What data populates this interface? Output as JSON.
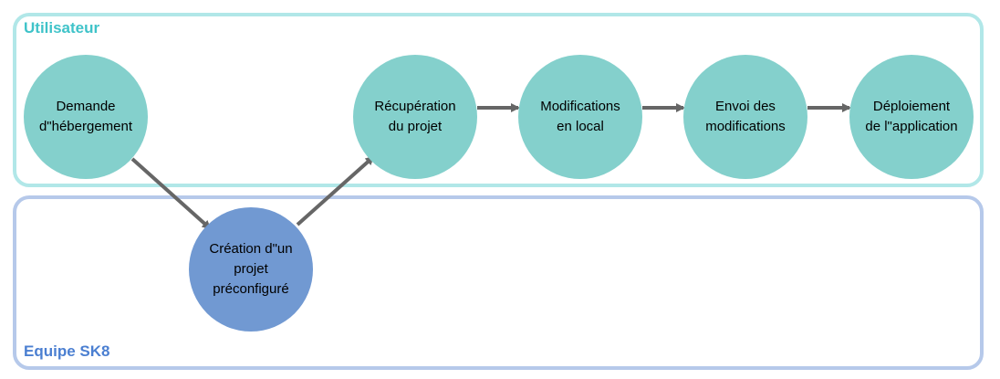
{
  "lanes": {
    "user": {
      "label": "Utilisateur",
      "border_color": "#b1e7e8",
      "label_color": "#3fc3c9"
    },
    "team": {
      "label": "Equipe SK8",
      "border_color": "#b6c9ea",
      "label_color": "#4b7fd1"
    }
  },
  "colors": {
    "user_node": "#84d0cc",
    "team_node": "#7199d2",
    "arrow": "#666666"
  },
  "nodes": {
    "demande": {
      "label": "Demande\nd\"hébergement",
      "lane": "user"
    },
    "creation": {
      "label": "Création d\"un\nprojet\npréconfiguré",
      "lane": "team"
    },
    "recuperation": {
      "label": "Récupération\ndu projet",
      "lane": "user"
    },
    "modifications": {
      "label": "Modifications\nen local",
      "lane": "user"
    },
    "envoi": {
      "label": "Envoi des\nmodifications",
      "lane": "user"
    },
    "deploiement": {
      "label": "Déploiement\nde l\"application",
      "lane": "user"
    }
  },
  "edges": [
    {
      "from": "demande",
      "to": "creation"
    },
    {
      "from": "creation",
      "to": "recuperation"
    },
    {
      "from": "recuperation",
      "to": "modifications"
    },
    {
      "from": "modifications",
      "to": "envoi"
    },
    {
      "from": "envoi",
      "to": "deploiement"
    }
  ]
}
